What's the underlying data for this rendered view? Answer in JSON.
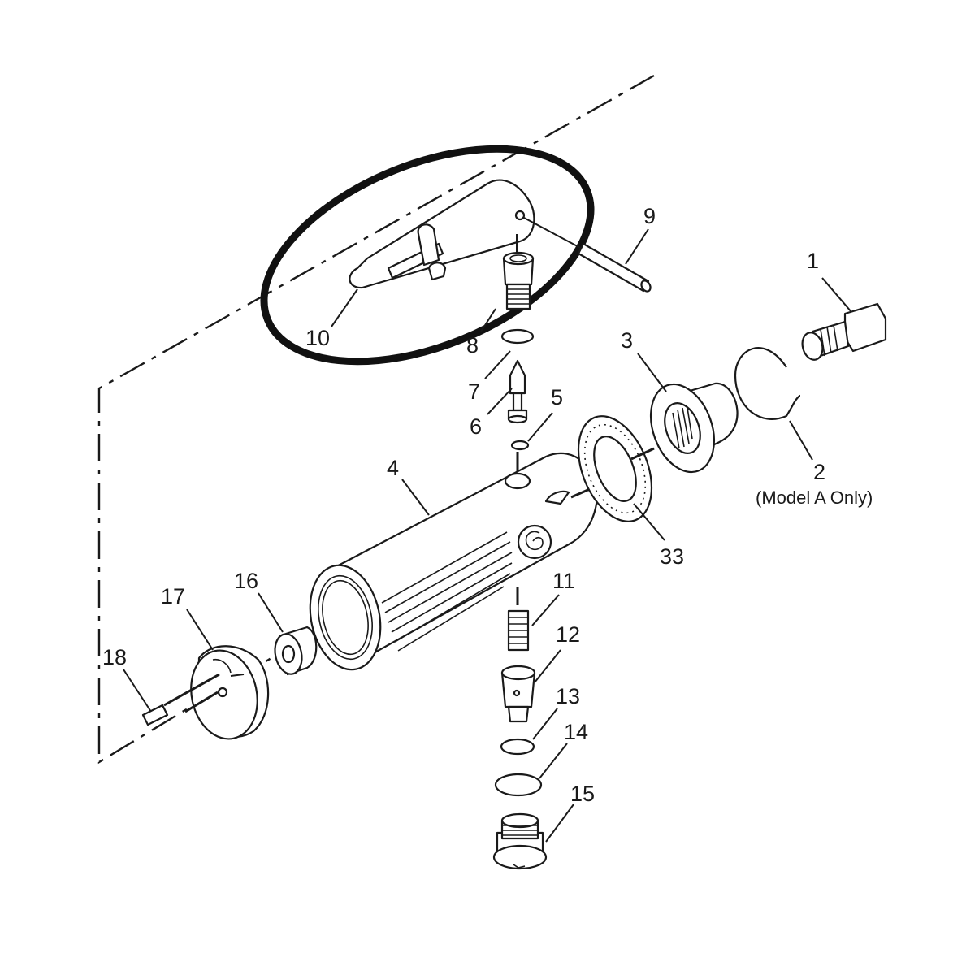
{
  "figure": {
    "callouts": [
      {
        "id": "1",
        "label": "1"
      },
      {
        "id": "2",
        "label": "2"
      },
      {
        "id": "2-note",
        "label": "(Model A Only)"
      },
      {
        "id": "3",
        "label": "3"
      },
      {
        "id": "4",
        "label": "4"
      },
      {
        "id": "5",
        "label": "5"
      },
      {
        "id": "6",
        "label": "6"
      },
      {
        "id": "7",
        "label": "7"
      },
      {
        "id": "8",
        "label": "8"
      },
      {
        "id": "9",
        "label": "9"
      },
      {
        "id": "10",
        "label": "10"
      },
      {
        "id": "11",
        "label": "11"
      },
      {
        "id": "12",
        "label": "12"
      },
      {
        "id": "13",
        "label": "13"
      },
      {
        "id": "14",
        "label": "14"
      },
      {
        "id": "15",
        "label": "15"
      },
      {
        "id": "16",
        "label": "16"
      },
      {
        "id": "17",
        "label": "17"
      },
      {
        "id": "18",
        "label": "18"
      },
      {
        "id": "33",
        "label": "33"
      }
    ],
    "highlighted_part": "10",
    "colors": {
      "ink": "#1a1a1a",
      "background": "#ffffff"
    }
  }
}
